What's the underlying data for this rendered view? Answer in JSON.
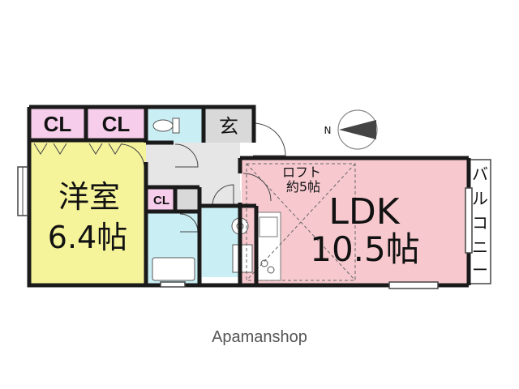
{
  "rooms": {
    "closet_1": "CL",
    "closet_2": "CL",
    "closet_small": "CL",
    "entrance": "玄",
    "western_room_name": "洋室",
    "western_room_size": "6.4帖",
    "ldk_name": "LDK",
    "ldk_size": "10.5帖",
    "loft_name": "ロフト",
    "loft_size": "約5帖",
    "balcony": [
      "バ",
      "ル",
      "コ",
      "ニ",
      "ー"
    ]
  },
  "compass": {
    "label": "N"
  },
  "watermark": "Apamanshop",
  "colors": {
    "closet": "#f6cdea",
    "entrance": "#d9d9d9",
    "western_room": "#f6f49b",
    "ldk": "#f7c9cf",
    "wet_area": "#c9eef3",
    "hall": "#e6e6e6"
  }
}
